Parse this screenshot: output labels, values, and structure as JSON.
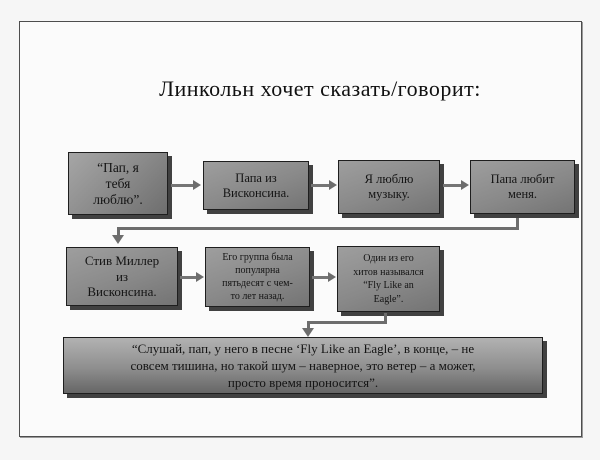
{
  "title": "Линкольн хочет сказать/говорит:",
  "diagram": {
    "type": "flowchart",
    "boxes": [
      {
        "id": "dad-i-love-you",
        "row": 1,
        "text": "“Пап, я\nтебя\nлюблю”."
      },
      {
        "id": "dad-from-wisconsin",
        "row": 1,
        "text": "Папа из\nВисконсина."
      },
      {
        "id": "i-love-music",
        "row": 1,
        "text": "Я люблю\nмузыку."
      },
      {
        "id": "dad-loves-me",
        "row": 1,
        "text": "Папа любит\nменя."
      },
      {
        "id": "steve-miller",
        "row": 2,
        "text": "Стив Миллер\nиз\nВисконсина."
      },
      {
        "id": "band-popular",
        "row": 2,
        "text": "Его группа была\nпопулярна\nпятьдесят с чем-\nто лет назад."
      },
      {
        "id": "hit-song",
        "row": 2,
        "text": "Один из его\nхитов назывался\n“Fly Like an\nEagle”."
      },
      {
        "id": "final-quote",
        "row": 3,
        "text": "“Слушай, пап, у него в песне ‘Fly Like an Eagle’, в конце, – не\nсовсем тишина, но такой шум – наверное, это ветер – а может,\nпросто время проносится”."
      }
    ],
    "icons": {
      "arrow_right": "css-triangle-right",
      "elbow_connector_down": "css-lines-with-triangle-down"
    }
  },
  "colors": {
    "page_bg": "#f6f6f6",
    "slide_bg": "#fbfbfb",
    "slide_border": "#4d4d4d",
    "box_fill_light": "#a6a6a6",
    "box_fill_dark": "#6e6e6e",
    "box_border": "#1e1e1e",
    "box_shadow": "#414141",
    "arrow": "#6d6d6d",
    "text": "#141414"
  }
}
